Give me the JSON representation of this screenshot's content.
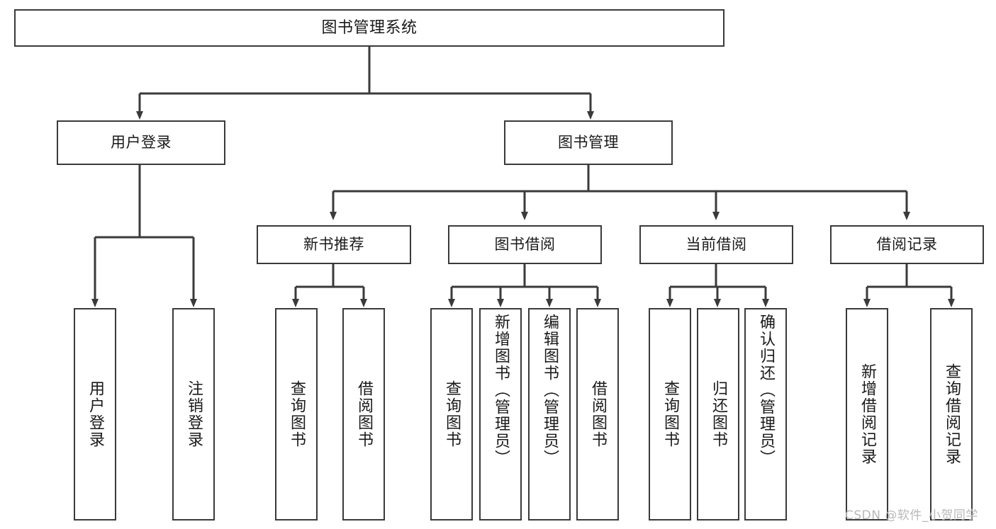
{
  "diagram": {
    "title": "图书管理系统",
    "type": "tree-hierarchy",
    "colors": {
      "box_border": "#3a3a3a",
      "box_fill": "#ffffff",
      "connector": "#3a3a3a",
      "text": "#1a1a1a",
      "watermark": "#b8b8b8"
    },
    "root": {
      "label": "图书管理系统"
    },
    "level1": [
      {
        "label": "用户登录"
      },
      {
        "label": "图书管理"
      }
    ],
    "level2": [
      {
        "label": "新书推荐"
      },
      {
        "label": "图书借阅"
      },
      {
        "label": "当前借阅"
      },
      {
        "label": "借阅记录"
      }
    ],
    "leaves": {
      "user_login": [
        {
          "label": "用户登录"
        },
        {
          "label": "注销登录"
        }
      ],
      "new_book_recommend": [
        {
          "label": "查询图书"
        },
        {
          "label": "借阅图书"
        }
      ],
      "book_borrow": [
        {
          "label": "查询图书"
        },
        {
          "label": "新增图书（管理员）"
        },
        {
          "label": "编辑图书（管理员）"
        },
        {
          "label": "借阅图书"
        }
      ],
      "current_borrow": [
        {
          "label": "查询图书"
        },
        {
          "label": "归还图书"
        },
        {
          "label": "确认归还（管理员）"
        }
      ],
      "borrow_record": [
        {
          "label": "新增借阅记录"
        },
        {
          "label": "查询借阅记录"
        }
      ]
    }
  },
  "watermark": {
    "text": "CSDN @软件_小贺同学"
  }
}
